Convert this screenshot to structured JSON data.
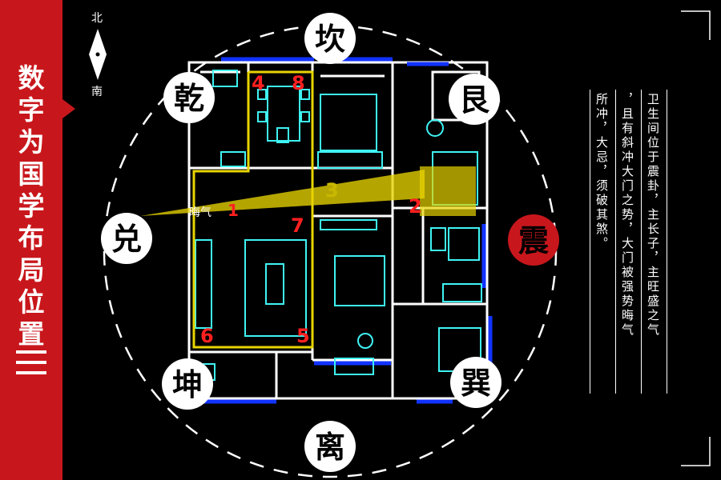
{
  "sidebar": {
    "title": [
      "数",
      "字",
      "为",
      "国",
      "学",
      "布",
      "局",
      "位",
      "置"
    ],
    "icon": "three-bars-icon"
  },
  "compass": {
    "north": "北",
    "south": "南"
  },
  "trigrams": [
    {
      "char": "坎",
      "highlight": false
    },
    {
      "char": "艮",
      "highlight": false
    },
    {
      "char": "震",
      "highlight": true
    },
    {
      "char": "巽",
      "highlight": false
    },
    {
      "char": "离",
      "highlight": false
    },
    {
      "char": "坤",
      "highlight": false
    },
    {
      "char": "兑",
      "highlight": false
    },
    {
      "char": "乾",
      "highlight": false
    }
  ],
  "numbers": [
    "4",
    "8",
    "3",
    "2",
    "1",
    "7",
    "6",
    "5"
  ],
  "sha_label": "晦气",
  "description": {
    "col1": "卫生间位于震卦，主长子，主旺盛之气",
    "col2": "，且有斜冲大门之势，大门被强势晦气",
    "col3": "所冲，大忌，须破其煞。"
  },
  "colors": {
    "red": "#c8171c",
    "yellow": "#e8d400",
    "cyan": "#3ff3f3",
    "blue": "#1133ff",
    "wall": "#ffffff"
  }
}
